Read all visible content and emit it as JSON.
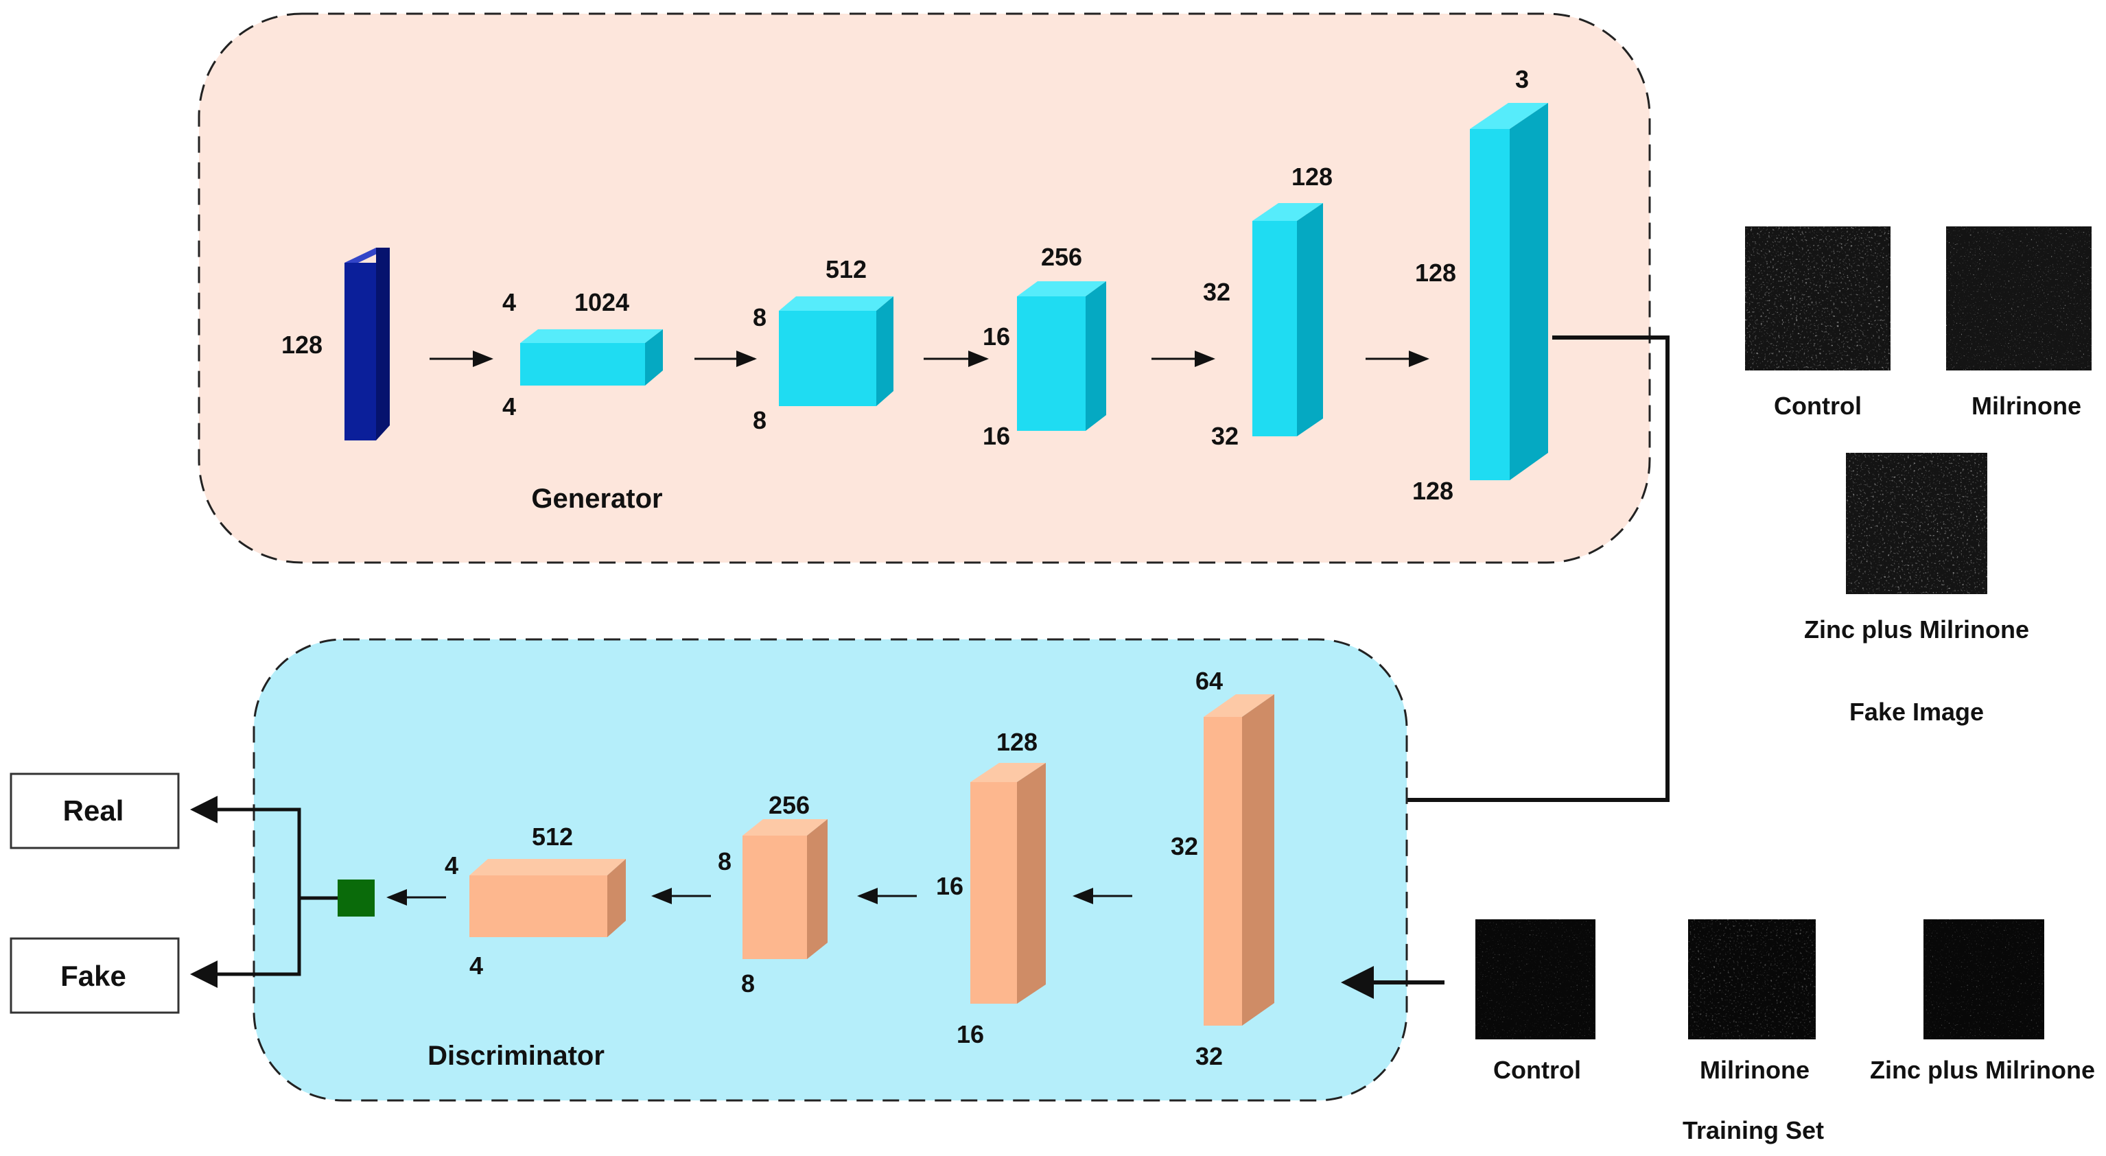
{
  "generator": {
    "title": "Generator",
    "input_dim": "128",
    "layers": [
      {
        "top": "4",
        "bottom": "4",
        "depth": "1024"
      },
      {
        "top": "8",
        "bottom": "8",
        "depth": "512"
      },
      {
        "top": "16",
        "bottom": "16",
        "depth": "256"
      },
      {
        "top": "32",
        "bottom": "32",
        "depth": "128"
      },
      {
        "top": "128",
        "bottom": "128",
        "depth": "3"
      }
    ]
  },
  "discriminator": {
    "title": "Discriminator",
    "layers": [
      {
        "side": "32",
        "bottom": "32",
        "depth": "64"
      },
      {
        "side": "16",
        "bottom": "16",
        "depth": "128"
      },
      {
        "side": "8",
        "bottom": "8",
        "depth": "256"
      },
      {
        "side": "4",
        "bottom": "4",
        "depth": "512"
      }
    ],
    "outputs": {
      "real": "Real",
      "fake": "Fake"
    }
  },
  "fake_images": {
    "title": "Fake Image",
    "items": [
      "Control",
      "Milrinone",
      "Zinc plus Milrinone"
    ]
  },
  "training_set": {
    "title": "Training Set",
    "items": [
      "Control",
      "Milrinone",
      "Zinc plus Milrinone"
    ]
  },
  "colors": {
    "generator_bg": "#fde6dc",
    "discriminator_bg": "#b5eefa",
    "cyan_front": "#1fdcf2",
    "cyan_top": "#56ecfb",
    "cyan_side": "#05a9c2",
    "peach_front": "#fdb78e",
    "peach_top": "#fdc9a6",
    "peach_side": "#cf8c66",
    "input_block": "#0b1f9a",
    "output_node": "#0a6b0a"
  }
}
